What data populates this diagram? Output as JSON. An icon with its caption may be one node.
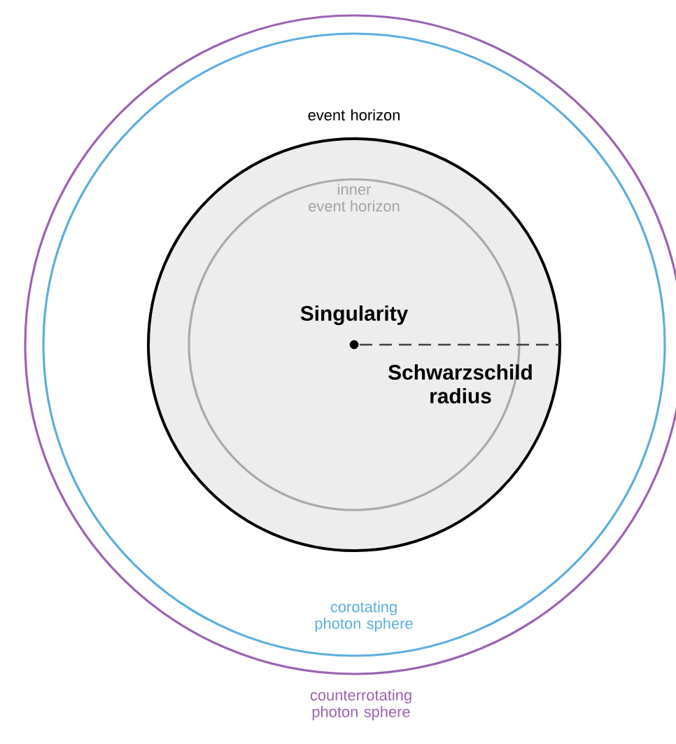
{
  "diagram": {
    "nodes": [
      {
        "text": [
          "counterrotating photon sphere"
        ]
      },
      {
        "text": [
          "corotating photon sphere"
        ],
        "in": 0
      },
      {
        "text": [
          "event horizon"
        ],
        "in": 1
      },
      {
        "text": [
          "inner event horizon"
        ],
        "in": 2
      },
      {
        "text": [
          "Singularity"
        ],
        "in": 3
      }
    ],
    "labels": [
      "Schwarzschild radius"
    ]
  }
}
